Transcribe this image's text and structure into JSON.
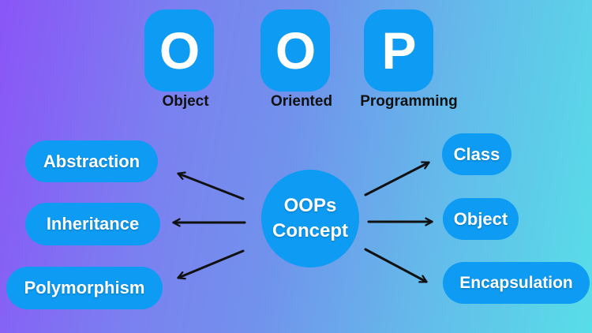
{
  "header": {
    "icons": [
      {
        "letter": "O",
        "label": "Object"
      },
      {
        "letter": "O",
        "label": "Oriented"
      },
      {
        "letter": "P",
        "label": "Programming"
      }
    ]
  },
  "center": {
    "title_line1": "OOPs",
    "title_line2": "Concept"
  },
  "concepts": {
    "left": [
      "Abstraction",
      "Inheritance",
      "Polymorphism"
    ],
    "right": [
      "Class",
      "Object",
      "Encapsulation"
    ]
  },
  "colors": {
    "gradient_start": "#8a55f7",
    "gradient_mid": "#7192ec",
    "gradient_end": "#58dee8",
    "shape_blue": "#0d9bf3",
    "icon_letter_color": "#ffffff",
    "icon_label_color": "#111111",
    "pill_text_color": "#ffffff",
    "arrow_color": "#111111"
  }
}
